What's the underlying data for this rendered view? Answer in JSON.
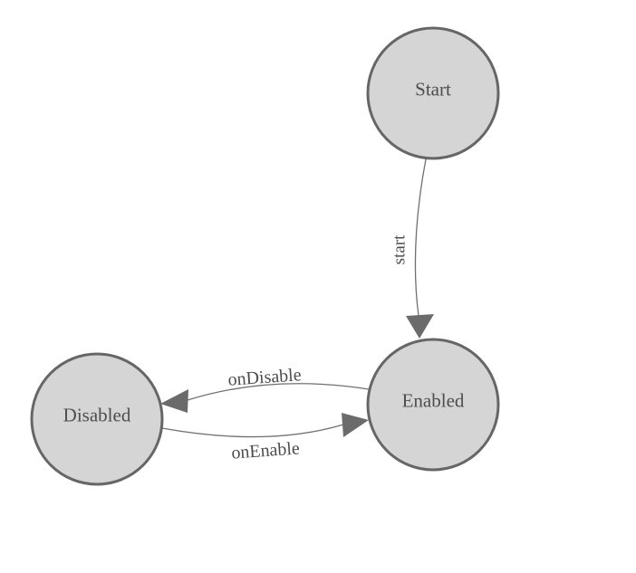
{
  "diagram": {
    "kind": "state-machine",
    "background": "#ffffff"
  },
  "colors": {
    "background": "#ffffff",
    "node_fill": "#d5d5d5",
    "node_stroke": "#666666",
    "edge_line": "#707070",
    "arrow_fill": "#6b6b6b",
    "label_text": "#4d4d4d"
  },
  "nodes": [
    {
      "id": "start",
      "label": "Start"
    },
    {
      "id": "enabled",
      "label": "Enabled"
    },
    {
      "id": "disabled",
      "label": "Disabled"
    }
  ],
  "edges": [
    {
      "from": "start",
      "to": "enabled",
      "label": "start"
    },
    {
      "from": "enabled",
      "to": "disabled",
      "label": "onDisable"
    },
    {
      "from": "disabled",
      "to": "enabled",
      "label": "onEnable"
    }
  ]
}
